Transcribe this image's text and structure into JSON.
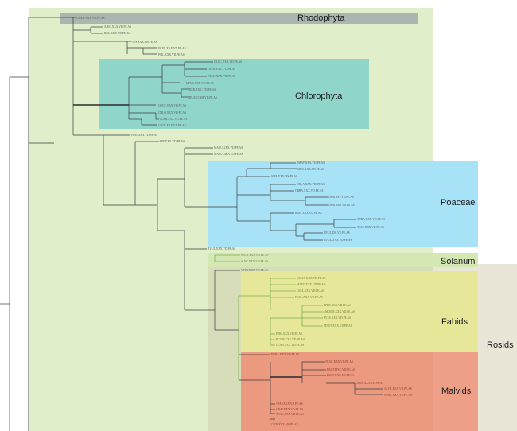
{
  "colors": {
    "viridiplantae_bg": "#e0efca",
    "rhodophyta": "#a9b7b0",
    "chlorophyta": "#8fd6c9",
    "poaceae": "#a8e2f6",
    "solanum": "#d4e8b4",
    "rosids": "#e9e6d8",
    "fabids": "#e7e79a",
    "malvids": "#eb9a80",
    "rosids_inner": "#d7dcb9"
  },
  "clades": {
    "rhodophyta": "Rhodophyta",
    "chlorophyta": "Chlorophyta",
    "poaceae": "Poaceae",
    "solanum": "Solanum",
    "fabids": "Fabids",
    "rosids": "Rosids",
    "malvids": "Malvids"
  },
  "tips": [
    "CMER.XXX.VD.PE.AS",
    "AJEG.XXX.VD.PE.AS",
    "BOL.XXX.VD.PE.AS",
    "TPS.XXX.MS.PE.AS",
    "ECYL.XXX.VD.PE.AS",
    "PSIL.XXX.VD.PE.AS",
    "GLOC.XXX.VD.PE.AS",
    "OSTR.XX.C.VD.PE.AS",
    "OTAU.XXX.VD.PE.AS",
    "MPUS.XXX.VD.PE.AS",
    "MICR.XX.C.VD.PE.AS",
    "MPUS.CCMP.VD.PE.AS",
    "COCC.YXX.VD.PE.AS",
    "CHLO.XXX.VD.PE.AS",
    "VCAR.XXX.VD.PE.AS",
    "CSUB.XXX.VD.PE.AS",
    "PPAT.XXX.VD.PE.AS",
    "ATR.XXX.VD.PE.AS",
    "MACU.XXX.VD.PE.AS",
    "MACU.MBA.VD.PE.AS",
    "ZMAY.XXX.VD.PE.AS",
    "SBIC.XXX.VD.PE.AS",
    "SITA.XXX.MS.PE.AS",
    "ORLA.XXX.VD.PE.AS",
    "OBRA.XXX.VD.PE.AS",
    "OSAT.JAP.VD.PE.AS",
    "OSAT.IND.VD.PE.AS",
    "BDIS.XXX.VD.PE.AS",
    "TURA.XXX.VD.PE.AS",
    "TAES.XXX.VD.PE.AS",
    "HVUL.DH.VD.PE.AS",
    "HVUL.XXX.VD.PE.AS",
    "BVUL.XXX.VD.PE.AS",
    "STUB.XXX.VD.PE.AS",
    "SLYC.XXX.VD.PE.AS",
    "VVIN.XXX.VD.PE.AS",
    "GMAX.XXX.VD.PE.AS",
    "MTRU.XXX.VD.PE.AS",
    "CICA.XXX.VD.PE.AS",
    "PVUL.XXX.VD.PE.AS",
    "PPER.XXX.VD.PE.AS",
    "MDOM.XXX.VD.PE.AS",
    "FVES.XXX.VD.PE.AS",
    "MNOT.XXX.VD.PE.AS",
    "PTRI.XXX.VD.PE.AS",
    "RCOM.XXX.VD.PE.AS",
    "CLAN.XXX.VD.PE.AS",
    "EGRA.XXX.VD.PE.AS",
    "TCAC.XXX.VD.PE.AS",
    "BRAP.FPSC.VD.PE.AS",
    "BRAP.XXX.MS.PE.AS",
    "CRUB.XXX.VD.PE.AS",
    "ALYR.XXX.VD.PE.AS",
    "ATHA.XXX.VD.PE.AS",
    "CPAP.XXX.VD.PE.AS",
    "GRAI.XXX.VD.PE.AS",
    "TCAC.XXX.VD.PE.AS",
    "CSIN.XXX.MS.PE.AS"
  ]
}
